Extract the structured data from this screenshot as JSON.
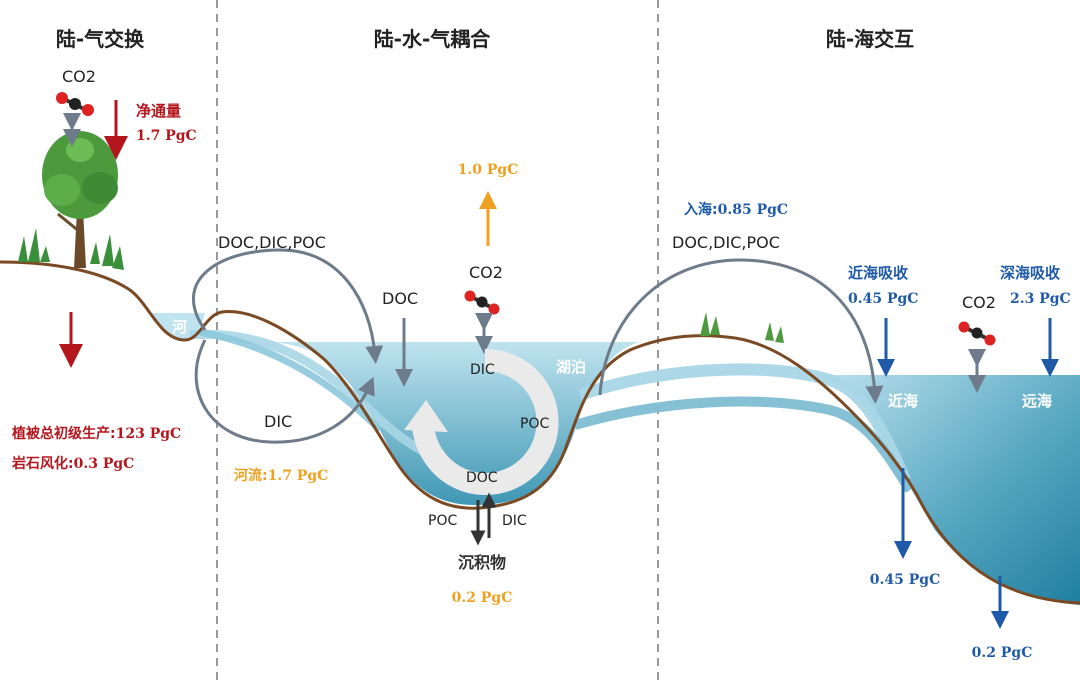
{
  "sections": {
    "land_air": "陆-气交换",
    "land_water_air": "陆-水-气耦合",
    "land_sea": "陆-海交互"
  },
  "colors": {
    "red": "#b3171d",
    "orange": "#f0a020",
    "blue": "#1f5aa8",
    "gray": "#6d7b8a",
    "soil": "#7a4a24",
    "water_light": "#bfe3ef",
    "water_dark": "#2f8fad"
  },
  "land_air": {
    "co2": "CO2",
    "net_flux_label": "净通量",
    "net_flux_value": "1.7 PgC",
    "gpp_label": "植被总初级生产",
    "gpp_value": "123 PgC",
    "weathering_label": "岩石风化",
    "weathering_value": "0.3 PgC"
  },
  "river": {
    "label": "河",
    "carbon_forms": "DOC,DIC,POC",
    "dic": "DIC",
    "flux_label": "河流",
    "flux_value": "1.7 PgC"
  },
  "lake": {
    "outgas_value": "1.0 PgC",
    "co2": "CO2",
    "doc_input": "DOC",
    "label": "湖泊",
    "cycle_dic": "DIC",
    "cycle_poc": "POC",
    "cycle_doc": "DOC",
    "sed_poc": "POC",
    "sed_dic": "DIC",
    "sediment_label": "沉积物",
    "sediment_value": "0.2 PgC"
  },
  "sea": {
    "to_sea_label": "入海",
    "to_sea_value": "0.85 PgC",
    "carbon_forms": "DOC,DIC,POC",
    "coastal_uptake_label": "近海吸收",
    "coastal_uptake_value": "0.45 PgC",
    "deep_uptake_label": "深海吸收",
    "deep_uptake_value": "2.3 PgC",
    "co2": "CO2",
    "coastal_label": "近海",
    "open_label": "远海",
    "coastal_burial_value": "0.45 PgC",
    "deep_burial_value": "0.2 PgC"
  }
}
